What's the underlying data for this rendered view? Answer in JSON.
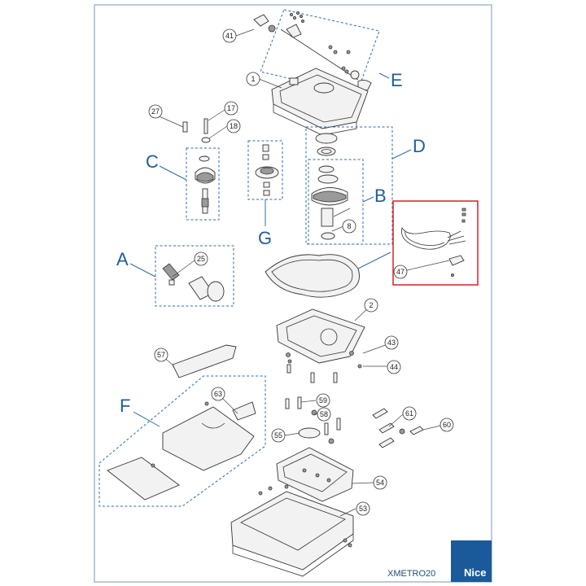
{
  "drawing_code": "XMETRO20",
  "brand": "Nice",
  "groups": {
    "A": "A",
    "B": "B",
    "C": "C",
    "D": "D",
    "E": "E",
    "F": "F",
    "G": "G"
  },
  "callouts": {
    "p1": "1",
    "p2": "2",
    "p8": "8",
    "p17": "17",
    "p18": "18",
    "p25": "25",
    "p27": "27",
    "p41": "41",
    "p43": "43",
    "p44": "44",
    "p47": "47",
    "p53": "53",
    "p54": "54",
    "p55": "55",
    "p57": "57",
    "p58": "58",
    "p59": "59",
    "p60": "60",
    "p61": "61",
    "p63": "63"
  },
  "colors": {
    "frame": "#8fa8c4",
    "dashed": "#2e6ca8",
    "highlight": "#d62027",
    "brand_bg": "#1b5a9a"
  }
}
